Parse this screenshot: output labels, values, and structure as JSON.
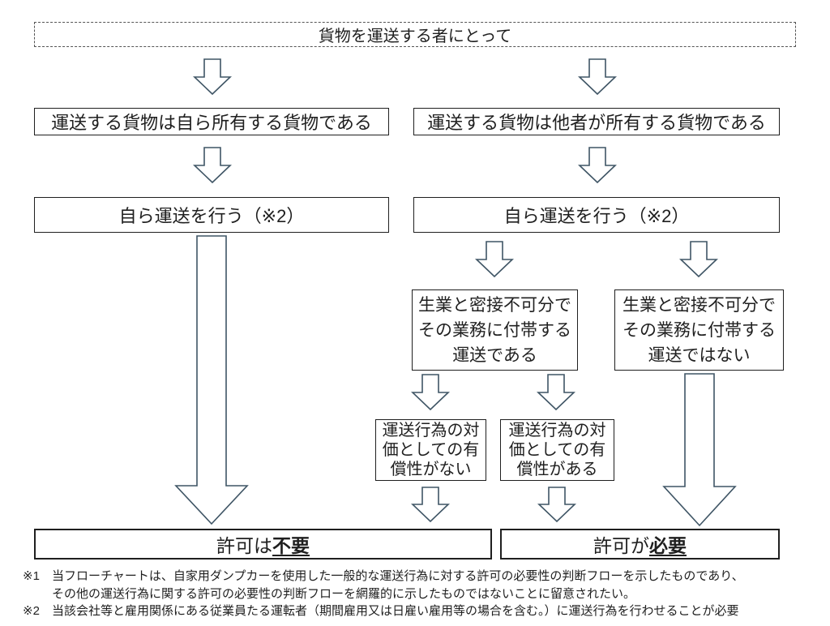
{
  "colors": {
    "arrow_outline": "#3f5565",
    "box_border": "#1f1f1f",
    "background": "#ffffff"
  },
  "title_box": "貨物を運送する者にとって",
  "boxes": {
    "own_cargo": "運送する貨物は自ら所有する貨物である",
    "others_cargo": "運送する貨物は他者が所有する貨物である",
    "self_transport_left": "自ら運送を行う（※2）",
    "self_transport_right": "自ら運送を行う（※2）",
    "inseparable_yes": "生業と密接不可分で\nその業務に付帯する\n運送である",
    "inseparable_no": "生業と密接不可分で\nその業務に付帯する\n運送ではない",
    "no_compensation": "運送行為の対\n価としての有\n償性がない",
    "has_compensation": "運送行為の対\n価としての有\n償性がある",
    "result_not_required": {
      "prefix": "許可は",
      "emphasis": "不要"
    },
    "result_required": {
      "prefix": "許可が",
      "emphasis": "必要"
    }
  },
  "footnotes": [
    {
      "marker": "※1",
      "text": "当フローチャートは、自家用ダンプカーを使用した一般的な運送行為に対する許可の必要性の判断フローを示したものであり、\nその他の運送行為に関する許可の必要性の判断フローを網羅的に示したものではないことに留意されたい。"
    },
    {
      "marker": "※2",
      "text": "当該会社等と雇用関係にある従業員たる運転者（期間雇用又は日雇い雇用等の場合を含む。）に運送行為を行わせることが必要"
    }
  ]
}
